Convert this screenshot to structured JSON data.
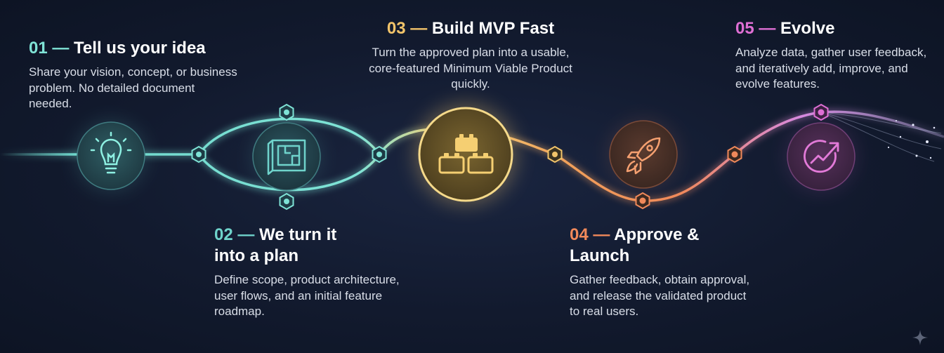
{
  "steps": [
    {
      "number": "01 —",
      "title": "Tell us your idea",
      "description": "Share your vision, concept, or business problem. No detailed document needed.",
      "icon": "lightbulb-icon",
      "color": "#7fe3d6"
    },
    {
      "number": "02 —",
      "title_line1": "We turn it",
      "title_line2": "into a plan",
      "description": "Define scope, product architecture, user flows, and an initial feature roadmap.",
      "icon": "blueprint-icon",
      "color": "#6fd3cb"
    },
    {
      "number": "03 —",
      "title": "Build MVP Fast",
      "description": "Turn the approved plan into a usable, core-featured Minimum Viable Product quickly.",
      "icon": "building-blocks-icon",
      "color": "#f2c46a"
    },
    {
      "number": "04 —",
      "title_line1": "Approve &",
      "title_line2": "Launch",
      "description": "Gather feedback, obtain approval, and release the validated product to real users.",
      "icon": "rocket-icon",
      "color": "#f0895a"
    },
    {
      "number": "05 —",
      "title": "Evolve",
      "description": "Analyze data, gather user feedback, and iteratively add, improve, and evolve features.",
      "icon": "growth-chart-icon",
      "color": "#de6fd4"
    }
  ]
}
